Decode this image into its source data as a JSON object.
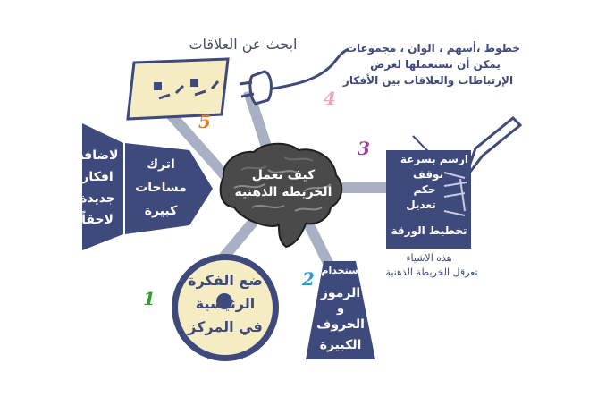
{
  "center": {
    "title_line1": "كيف تعمل",
    "title_line2": "الخريطة الذهنية"
  },
  "branches": {
    "search": {
      "label": "ابحث عن العلاقات",
      "number": "5"
    },
    "tools": {
      "lines": [
        "خطوط ،أسهم ، الوان ، مجموعات",
        "يمكن أن تستعملها لعرض",
        "الإرتباطات والعلاقات بين الأفكار"
      ],
      "number": "4"
    },
    "draw": {
      "card_lines": [
        "ارسم بسرعة",
        "توقف",
        "حكم",
        "تعديل",
        "تخطيط الورقة"
      ],
      "note_lines": [
        "هذه الاشياء",
        "تعرقل الخريطة الذهنية"
      ],
      "number": "3"
    },
    "symbols": {
      "lines": [
        "استخدام",
        "الرموز",
        "و",
        "الحروف",
        "الكبيرة"
      ],
      "number": "2"
    },
    "main_idea": {
      "lines": [
        "ضع الفكرة",
        "الرئيسية",
        "في المركز"
      ],
      "number": "1"
    },
    "space": {
      "inner_lines": [
        "اترك",
        "مساحات",
        "كبيرة"
      ],
      "outer_lines": [
        "لاضافة",
        "افكار",
        "جديدة",
        "لاحقاً"
      ]
    }
  },
  "colors": {
    "navy": "#3e4a7c",
    "spoke": "#aab0c4",
    "cream": "#f6ecc4",
    "num1": "#2fa02f",
    "num2": "#2e9bd6",
    "num3": "#9b3fa0",
    "num4": "#e8a6c0",
    "num5": "#e07b20"
  },
  "icons": [
    "power-socket-icon",
    "power-plug-icon",
    "pencil-icon",
    "brain-icon"
  ]
}
